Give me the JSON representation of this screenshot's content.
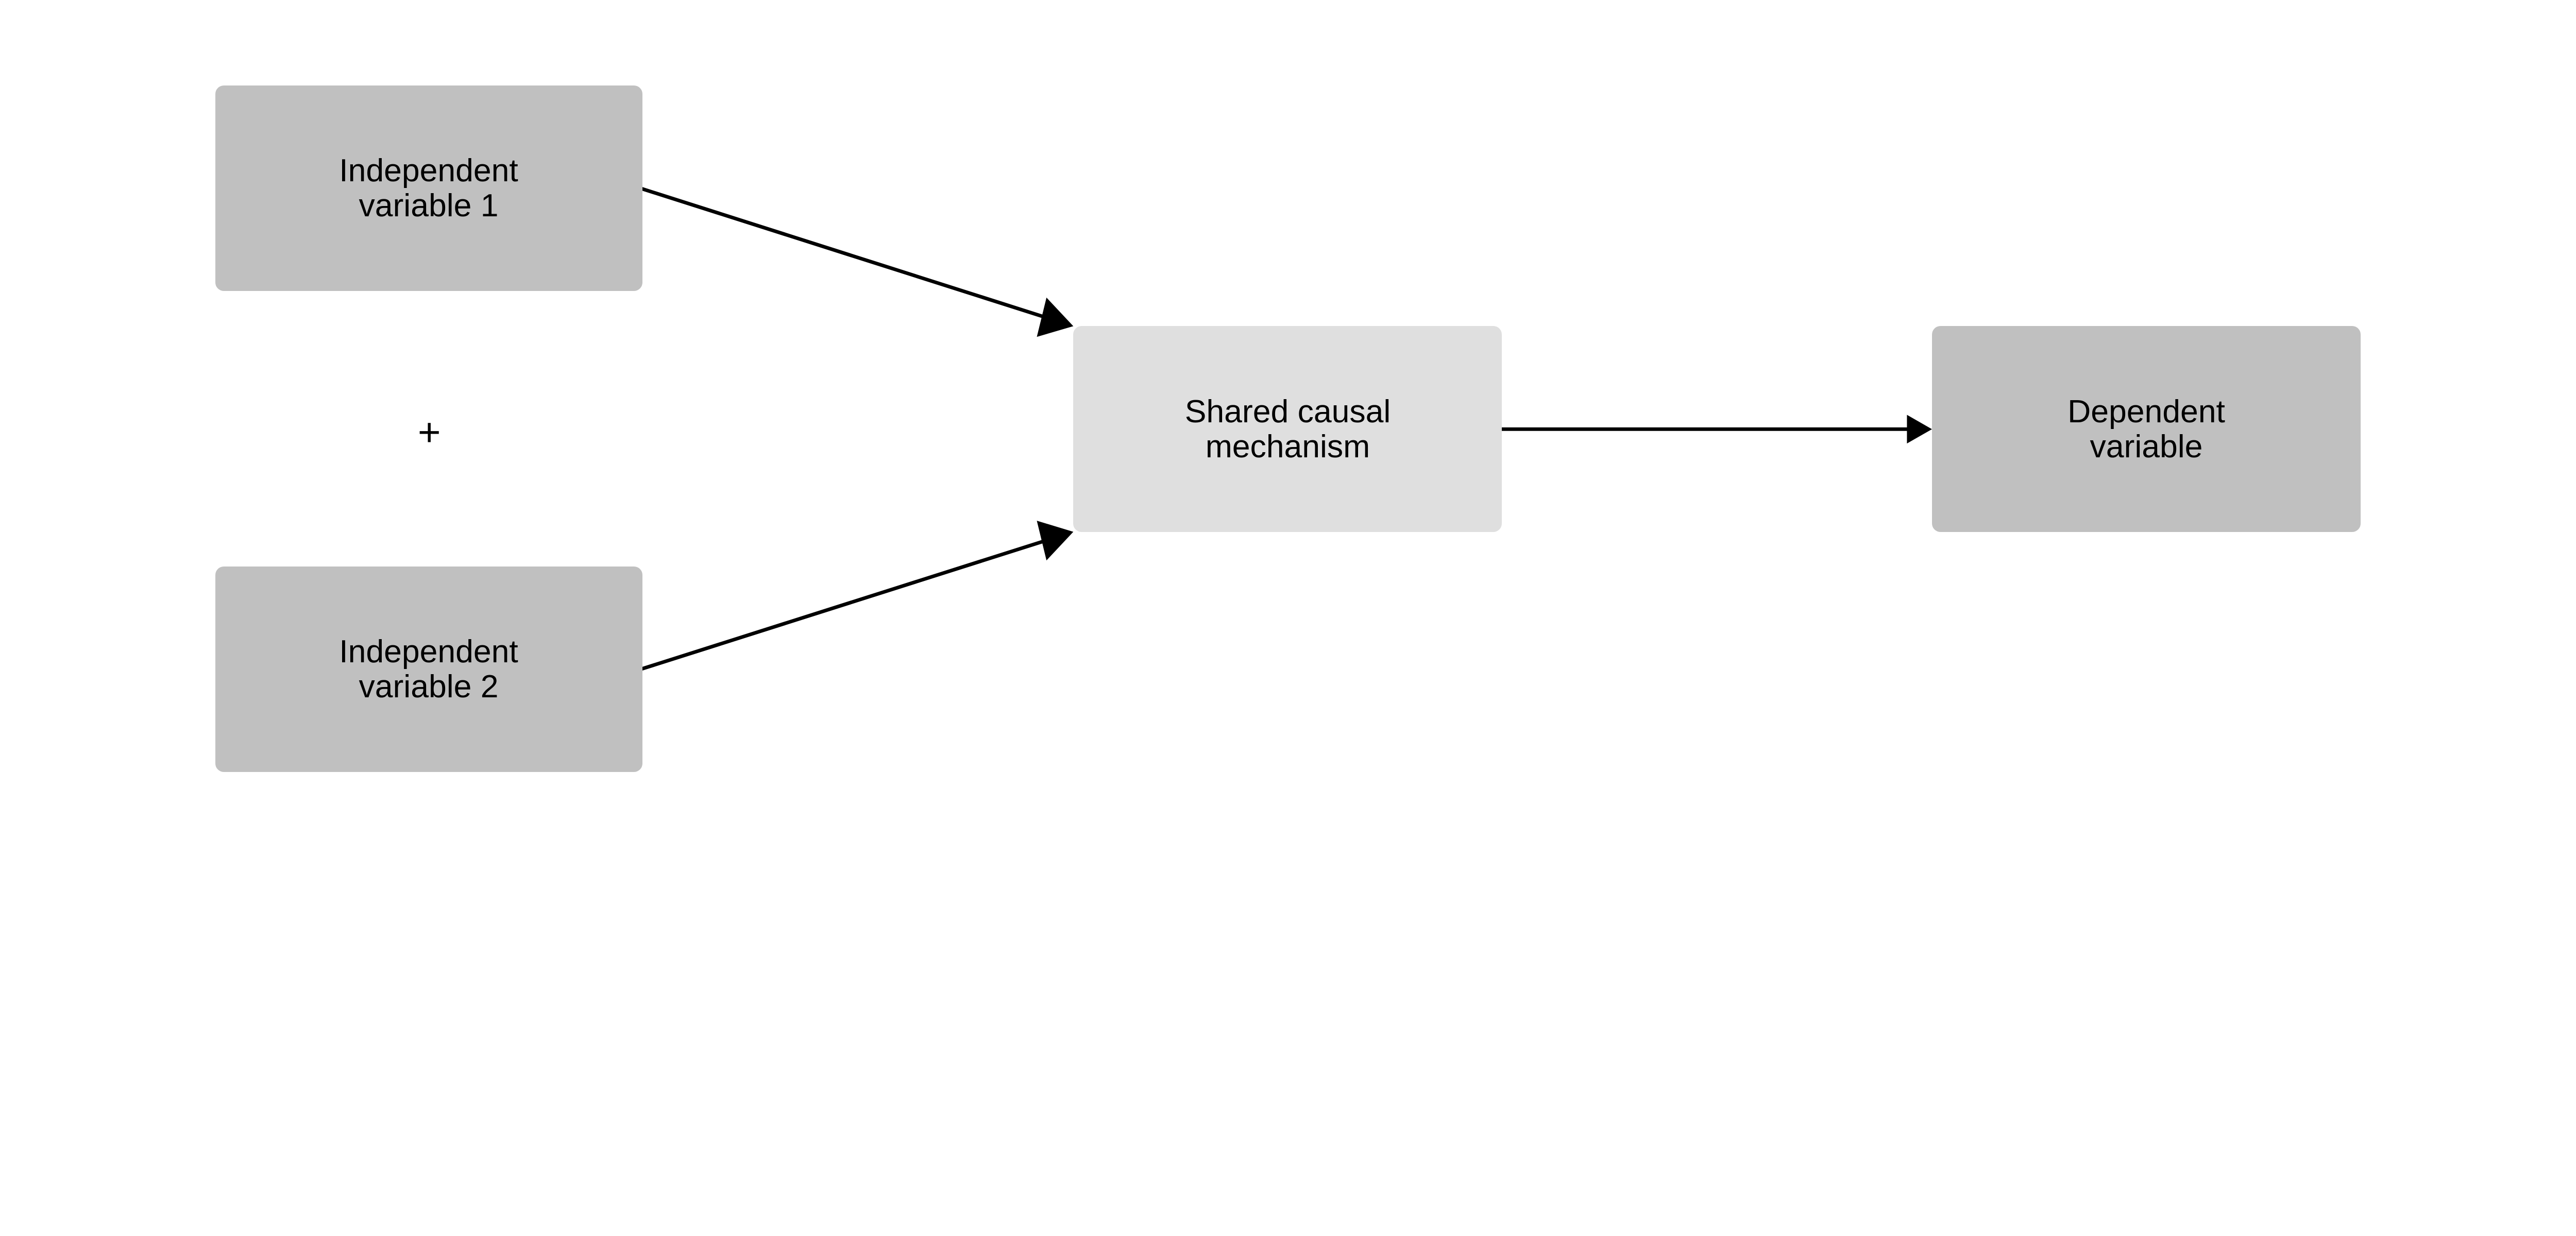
{
  "diagram": {
    "nodes": [
      {
        "id": "iv1",
        "label": "Independent\nvariable 1",
        "fill": "#c0c0c0"
      },
      {
        "id": "iv2",
        "label": "Independent\nvariable 2",
        "fill": "#c0c0c0"
      },
      {
        "id": "mech",
        "label": "Shared causal\nmechanism",
        "fill": "#dfdfdf"
      },
      {
        "id": "dv",
        "label": "Dependent\nvariable",
        "fill": "#c0c0c0"
      }
    ],
    "operator": "+",
    "edges": [
      {
        "from": "iv1",
        "to": "mech"
      },
      {
        "from": "iv2",
        "to": "mech"
      },
      {
        "from": "mech",
        "to": "dv"
      }
    ]
  }
}
